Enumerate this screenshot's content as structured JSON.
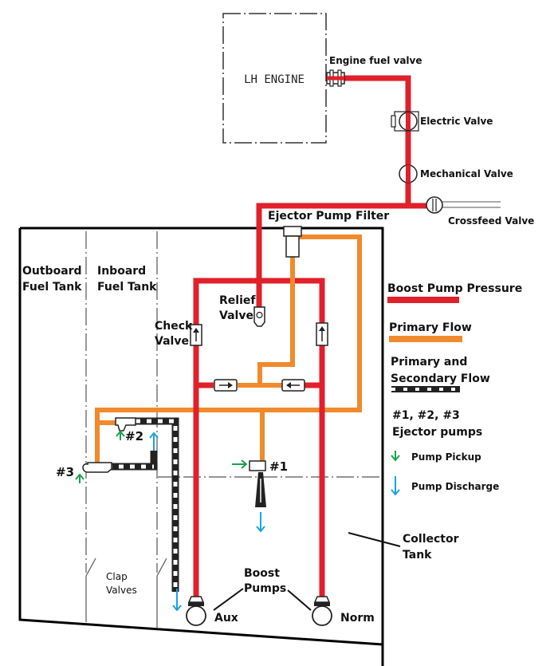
{
  "diagram": {
    "engine_label": "LH ENGINE",
    "valves": {
      "engine_fuel_valve": "Engine fuel valve",
      "electric_valve": "Electric Valve",
      "mechanical_valve": "Mechanical Valve",
      "crossfeed_valve": "Crossfeed Valve",
      "ejector_pump_filter": "Ejector Pump Filter",
      "relief_valve_line1": "Relief",
      "relief_valve_line2": "Valve",
      "check_valve_line1": "Check",
      "check_valve_line2": "Valve",
      "clap_valves_line1": "Clap",
      "clap_valves_line2": "Valves"
    },
    "tanks": {
      "outboard_line1": "Outboard",
      "outboard_line2": "Fuel Tank",
      "inboard_line1": "Inboard",
      "inboard_line2": "Fuel Tank",
      "collector_line1": "Collector",
      "collector_line2": "Tank"
    },
    "pumps": {
      "ejector_1": "#1",
      "ejector_2": "#2",
      "ejector_3": "#3",
      "boost_line1": "Boost",
      "boost_line2": "Pumps",
      "aux": "Aux",
      "norm": "Norm"
    },
    "legend": {
      "boost_pressure": "Boost Pump Pressure",
      "primary_flow": "Primary Flow",
      "primary_secondary_line1": "Primary and",
      "primary_secondary_line2": "Secondary Flow",
      "ejector_line1": "#1, #2, #3",
      "ejector_line2": "Ejector pumps",
      "pickup": "Pump Pickup",
      "discharge": "Pump Discharge"
    },
    "colors": {
      "boost_pressure": "#e0202a",
      "primary_flow": "#f08a2c",
      "pickup_arrow": "#1aa34a",
      "discharge_arrow": "#1aa3dd"
    }
  }
}
